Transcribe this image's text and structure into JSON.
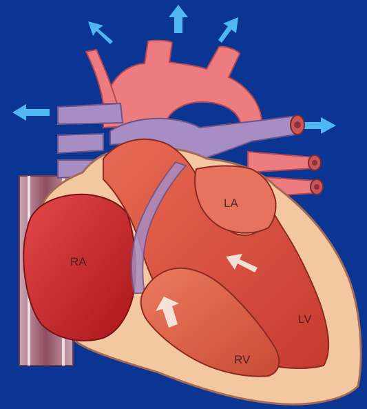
{
  "diagram": {
    "background_color": "#0a3592",
    "labels": {
      "ra": "RA",
      "la": "LA",
      "lv": "LV",
      "rv": "RV"
    },
    "colors": {
      "arteries": "#ec7c7f",
      "veins": "#a88cc4",
      "heart_outer": "#f3c7a0",
      "ra_chamber": "#c92b2f",
      "muscle": "#d8523f",
      "flow_arrow": "#4fb8f2"
    },
    "arrow_icons": [
      "flow-arrow-icon",
      "flow-arrow-icon",
      "flow-arrow-icon",
      "flow-arrow-icon",
      "flow-arrow-icon"
    ]
  }
}
